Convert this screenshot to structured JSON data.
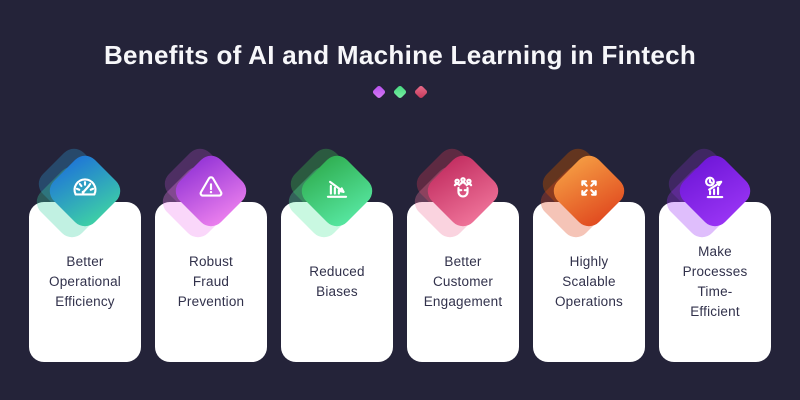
{
  "page": {
    "background": "#242339",
    "title": "Benefits of AI and Machine Learning in Fintech",
    "title_color": "#f7f7fa",
    "card_background": "#ffffff",
    "label_color": "#31314b"
  },
  "divider_dots": [
    {
      "name": "purple-diamond-dot",
      "from": "#b74ef0",
      "to": "#d67df2"
    },
    {
      "name": "green-diamond-dot",
      "from": "#43d87e",
      "to": "#7ceea5"
    },
    {
      "name": "rose-diamond-dot",
      "from": "#ea6f8e",
      "to": "#c23757"
    }
  ],
  "cards": [
    {
      "label": "Better\nOperational\nEfficiency",
      "icon": "speedometer-icon",
      "gradient_from": "#1e74d8",
      "gradient_to": "#3fd3a4",
      "shadow_color": "#27496b"
    },
    {
      "label": "Robust\nFraud\nPrevention",
      "icon": "warning-triangle-icon",
      "gradient_from": "#9333d6",
      "gradient_to": "#ee82ee",
      "shadow_color": "#4e2f63"
    },
    {
      "label": "Reduced\nBiases",
      "icon": "declining-chart-icon",
      "gradient_from": "#2fae50",
      "gradient_to": "#58e8a3",
      "shadow_color": "#2b5a40"
    },
    {
      "label": "Better\nCustomer\nEngagement",
      "icon": "magnet-people-icon",
      "gradient_from": "#c22d60",
      "gradient_to": "#f0759b",
      "shadow_color": "#5e2a42"
    },
    {
      "label": "Highly\nScalable\nOperations",
      "icon": "expand-arrows-icon",
      "gradient_from": "#f59d43",
      "gradient_to": "#e0481f",
      "shadow_color": "#63351f"
    },
    {
      "label": "Make\nProcesses\nTime-\nEfficient",
      "icon": "time-growth-icon",
      "gradient_from": "#6f17d8",
      "gradient_to": "#9a35f5",
      "shadow_color": "#3f2762"
    }
  ]
}
